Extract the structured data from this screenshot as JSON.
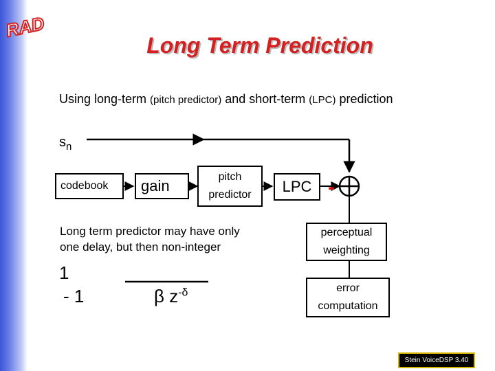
{
  "logo": {
    "text": "RAD"
  },
  "title": "Long Term Prediction",
  "subtitle": {
    "part1": "Using long-term ",
    "part2": "(pitch predictor)",
    "part3": " and short-term ",
    "part4": "(LPC)",
    "part5": " prediction"
  },
  "diagram": {
    "signal_label": "s",
    "signal_subscript": "n",
    "blocks": {
      "codebook": "codebook",
      "gain": "gain",
      "pitch_line1": "pitch",
      "pitch_line2": "predictor",
      "lpc": "LPC",
      "perceptual_line1": "perceptual",
      "perceptual_line2": "weighting",
      "error_line1": "error",
      "error_line2": "computation"
    },
    "minus_sign": "-"
  },
  "note": {
    "line1": "Long term predictor may have only",
    "line2": "one delay, but then non-integer"
  },
  "formula": {
    "numerator": "1",
    "denominator": "- 1",
    "beta": "β",
    "z": "z",
    "exponent": "-δ"
  },
  "footer": "Stein VoiceDSP 3.40",
  "colors": {
    "title": "#d42020",
    "accent_minus": "#e01010",
    "sidebar": "#3a55d8"
  }
}
